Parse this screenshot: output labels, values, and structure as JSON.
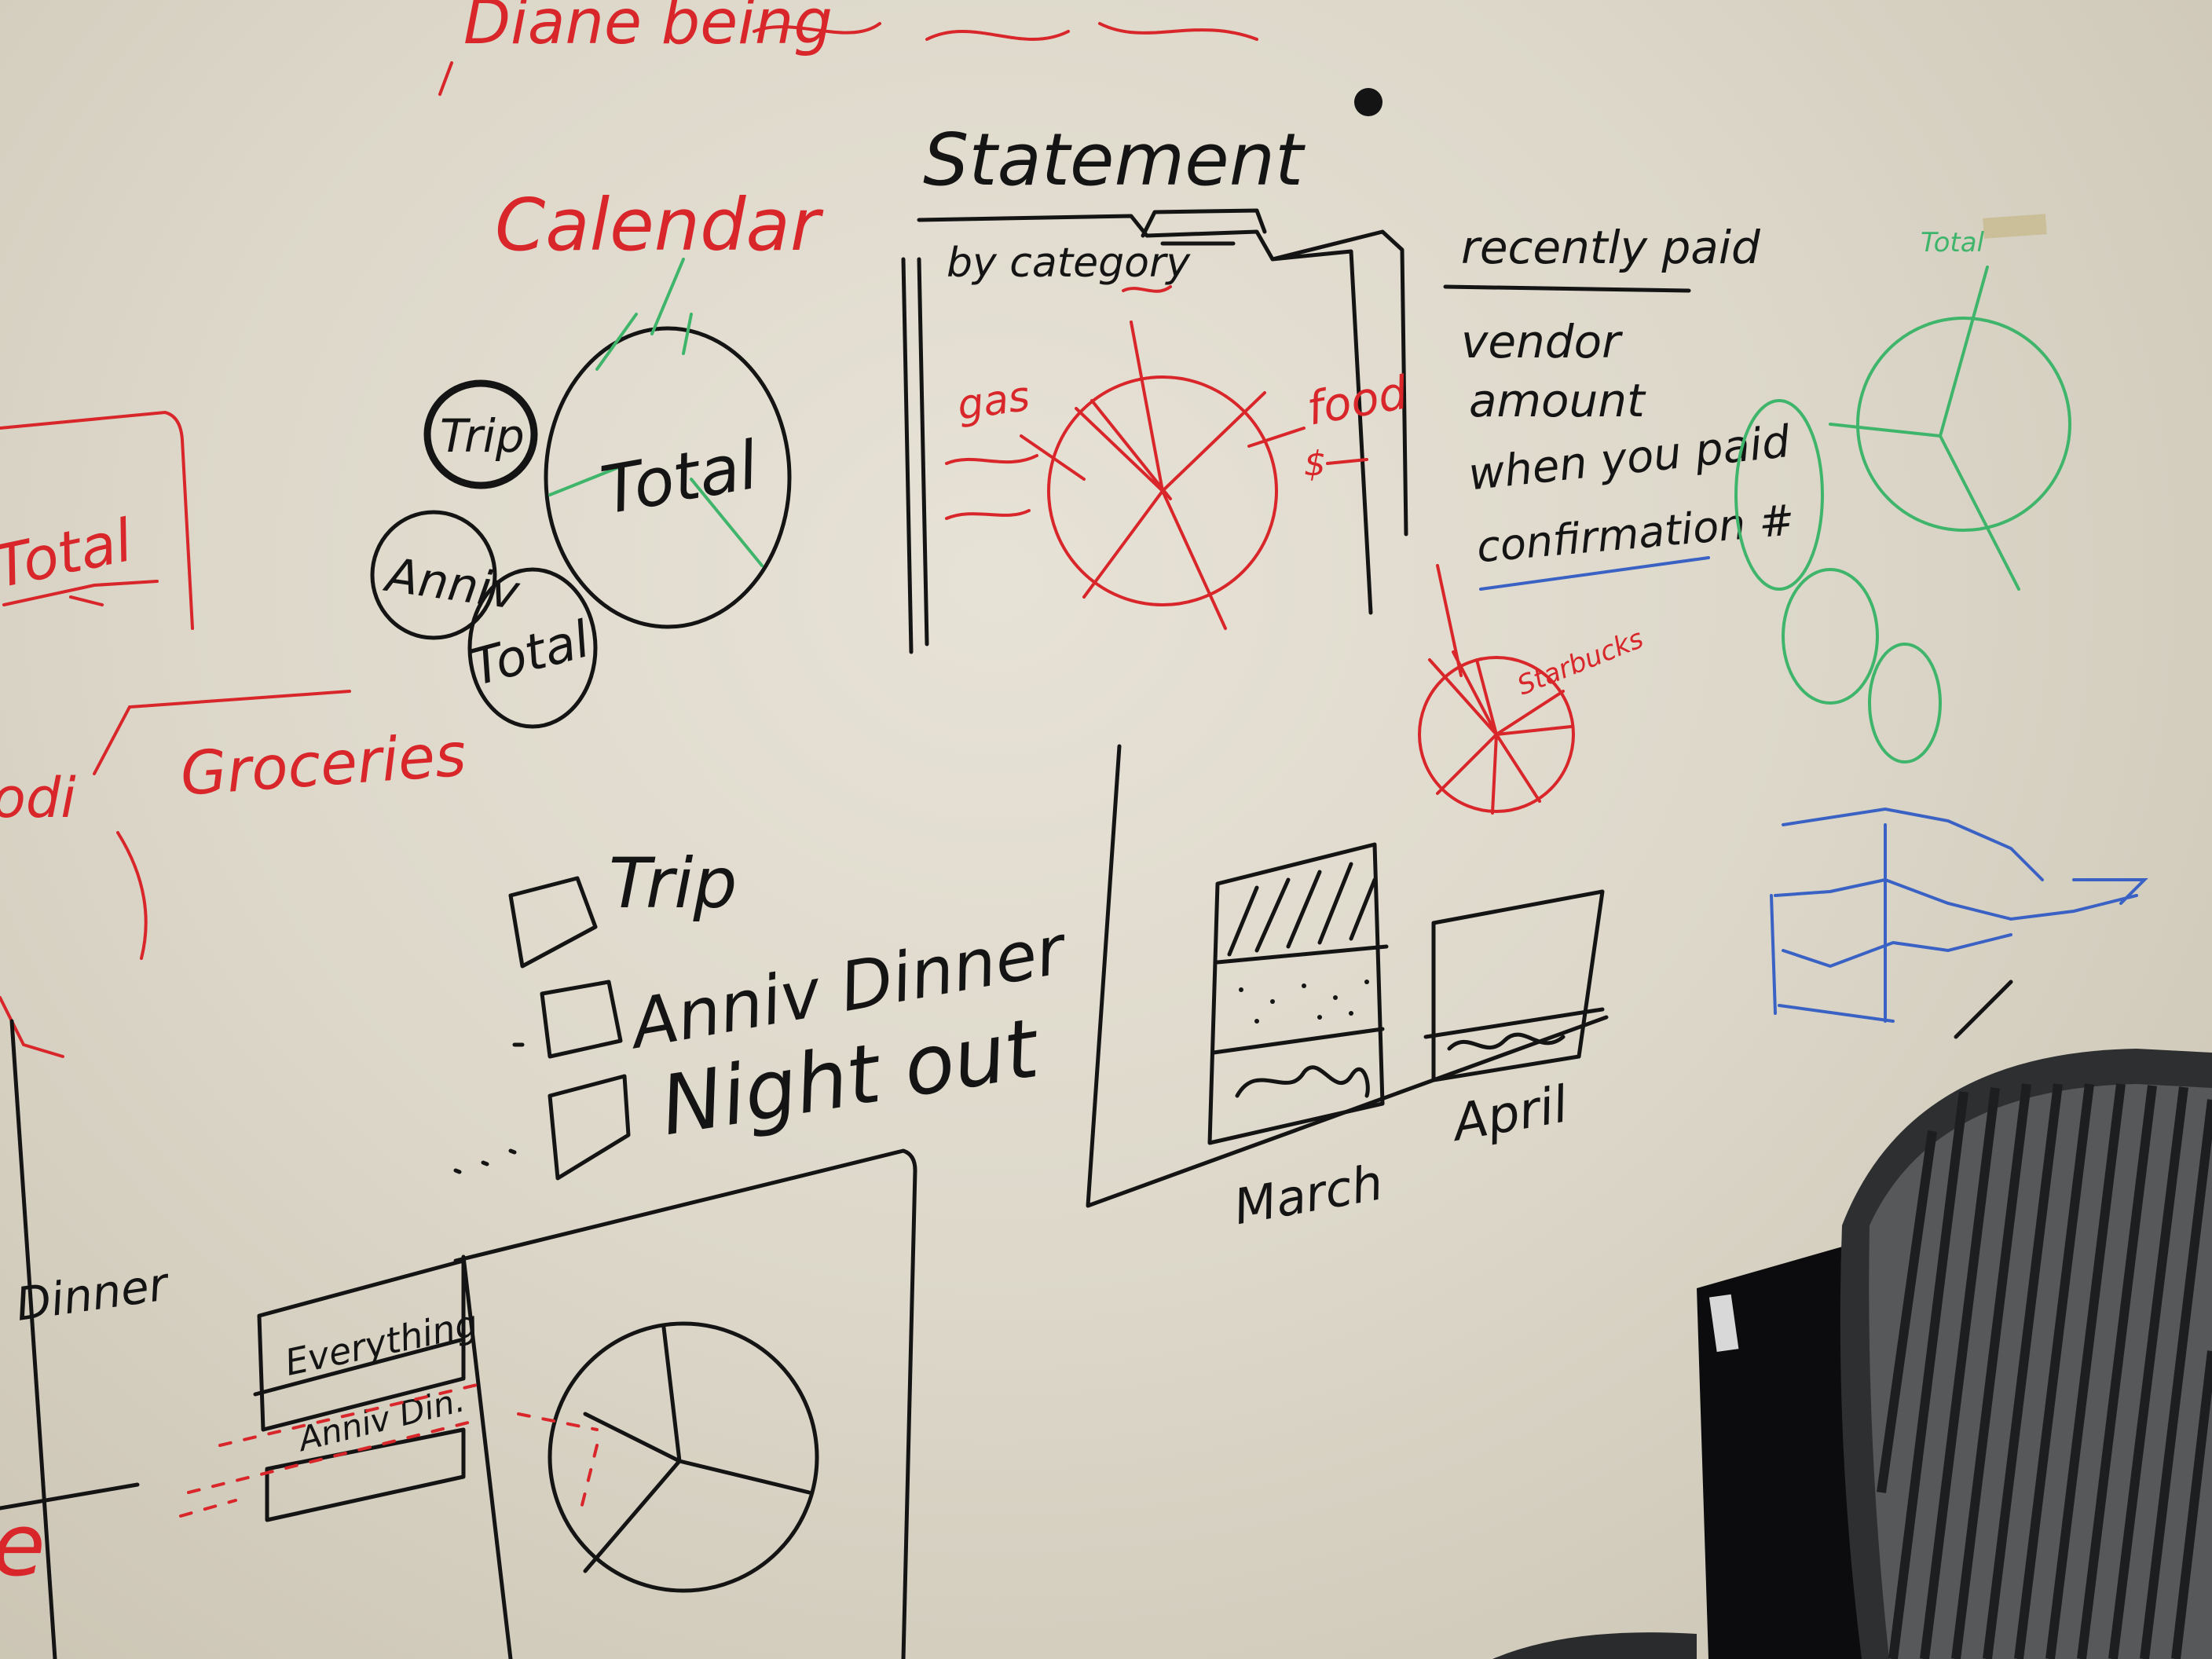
{
  "whiteboard": {
    "top_scribble": "Diane being",
    "calendar": "Calendar",
    "statement": "Statement",
    "tab_label": "by category",
    "gas": "gas",
    "food": "food",
    "dollar": "$",
    "recently_paid": "recently paid",
    "recent_fields": [
      "vendor",
      "amount",
      "when you paid",
      "confirmation #"
    ],
    "starbucks": "Starbucks",
    "trip_bubble": "Trip",
    "total_main": "Total",
    "anniv_bubble": "Anniv",
    "total_small": "Total",
    "total_left": "Total",
    "groceries": "Groceries",
    "checkbox_items": [
      "Trip",
      "Anniv Dinner",
      "Night out"
    ],
    "bar_months": [
      "March",
      "April"
    ],
    "dinner_left": "Dinner",
    "tabs_bottom": [
      "Everything",
      "Anniv Din."
    ],
    "total_green": "Total",
    "left_letter_e": "e",
    "left_text_odi": "odi"
  },
  "colors": {
    "board": "#e2ddd0",
    "black_marker": "#141414",
    "red_marker": "#d8262a",
    "green_marker": "#3fb56b",
    "blue_marker": "#2d4fb0",
    "chair": "#2b2c2e"
  }
}
